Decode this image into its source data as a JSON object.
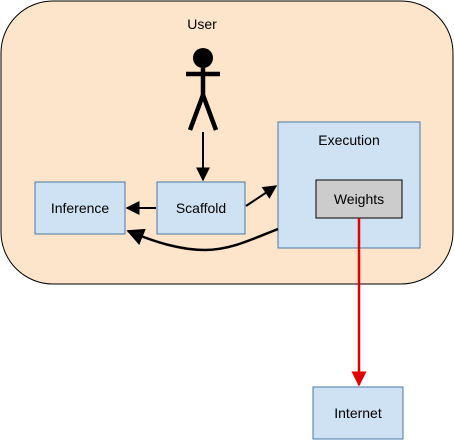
{
  "diagram": {
    "user_region": {
      "label": "User",
      "fill": "#fde5cc"
    },
    "nodes": {
      "inference": {
        "label": "Inference",
        "fill": "#cfe2f3"
      },
      "scaffold": {
        "label": "Scaffold",
        "fill": "#cfe2f3"
      },
      "execution": {
        "label": "Execution",
        "fill": "#cfe2f3"
      },
      "weights": {
        "label": "Weights",
        "fill": "#cccccc"
      },
      "internet": {
        "label": "Internet",
        "fill": "#cfe2f3"
      }
    },
    "icons": {
      "user_figure": "stick-figure-icon"
    },
    "edges": [
      {
        "from": "user",
        "to": "scaffold",
        "color": "#000000"
      },
      {
        "from": "scaffold",
        "to": "inference",
        "color": "#000000"
      },
      {
        "from": "scaffold",
        "to": "execution",
        "color": "#000000"
      },
      {
        "from": "execution",
        "to": "inference",
        "color": "#000000"
      },
      {
        "from": "weights",
        "to": "internet",
        "color": "#e00000"
      }
    ]
  }
}
